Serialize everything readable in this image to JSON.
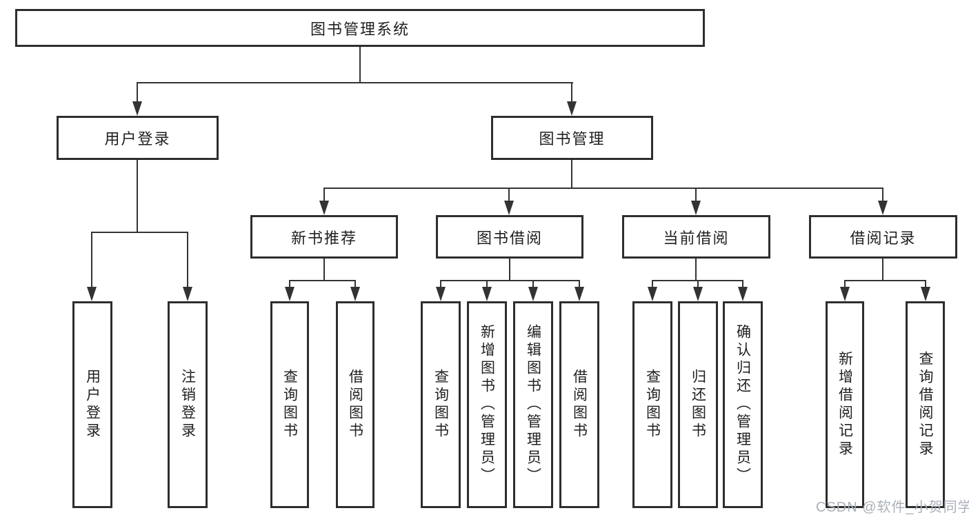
{
  "tree": {
    "label": "图书管理系统",
    "children": [
      {
        "label": "用户登录",
        "children": [
          {
            "label": "用户登录"
          },
          {
            "label": "注销登录"
          }
        ]
      },
      {
        "label": "图书管理",
        "children": [
          {
            "label": "新书推荐",
            "children": [
              {
                "label": "查询图书"
              },
              {
                "label": "借阅图书"
              }
            ]
          },
          {
            "label": "图书借阅",
            "children": [
              {
                "label": "查询图书"
              },
              {
                "label": "新增图书（管理员）"
              },
              {
                "label": "编辑图书（管理员）"
              },
              {
                "label": "借阅图书"
              }
            ]
          },
          {
            "label": "当前借阅",
            "children": [
              {
                "label": "查询图书"
              },
              {
                "label": "归还图书"
              },
              {
                "label": "确认归还（管理员）"
              }
            ]
          },
          {
            "label": "借阅记录",
            "children": [
              {
                "label": "新增借阅记录"
              },
              {
                "label": "查询借阅记录"
              }
            ]
          }
        ]
      }
    ]
  },
  "watermark": {
    "text": "CSDN @软件_小贺同学"
  },
  "colors": {
    "line": "#333333",
    "border": "#2d2d2d",
    "text": "#1f1f1f",
    "watermark": "#aab0b8",
    "background": "#ffffff"
  }
}
